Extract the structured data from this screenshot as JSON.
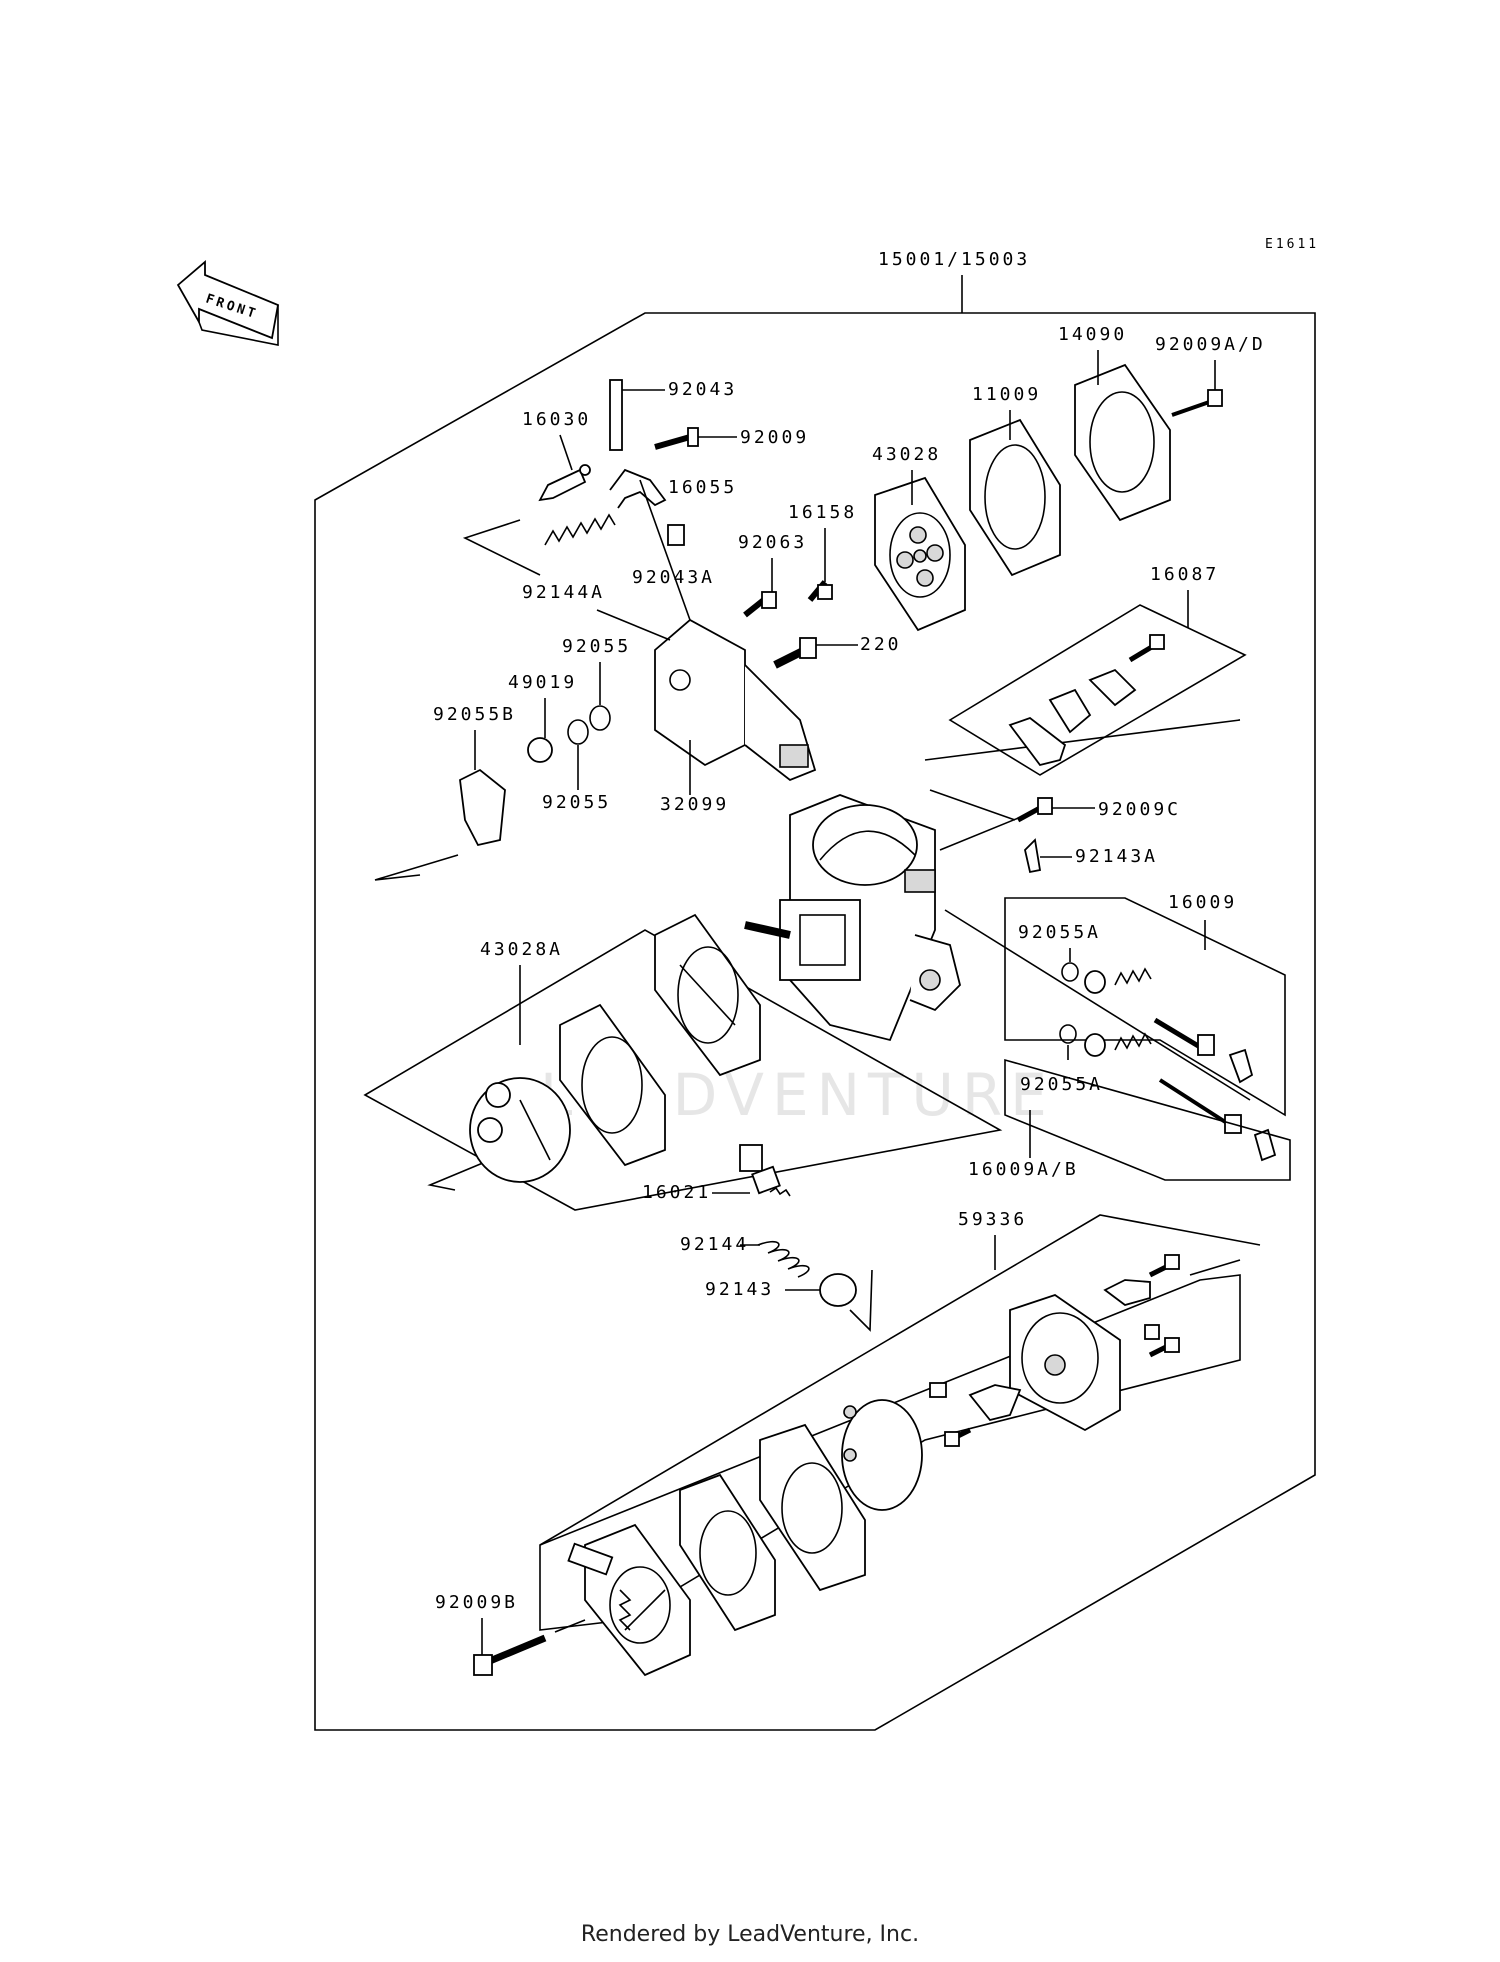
{
  "diagram_code": "E1611",
  "assembly_label": "15001/15003",
  "front_label": "FRONT",
  "watermark": "LEADVENTURE",
  "footer": "Rendered by LeadVenture, Inc.",
  "parts": {
    "p14090": "14090",
    "p92009AD": "92009A/D",
    "p11009": "11009",
    "p43028": "43028",
    "p92043": "92043",
    "p92009": "92009",
    "p16030": "16030",
    "p16055": "16055",
    "p16158": "16158",
    "p92063": "92063",
    "p92144A": "92144A",
    "p92043A": "92043A",
    "p16087": "16087",
    "p220": "220",
    "p92055a": "92055",
    "p49019": "49019",
    "p92055B": "92055B",
    "p92055b": "92055",
    "p32099": "32099",
    "p92009C": "92009C",
    "p92143A": "92143A",
    "p16009": "16009",
    "p43028A": "43028A",
    "p92055A1": "92055A",
    "p92055A2": "92055A",
    "p16009AB": "16009A/B",
    "p16021": "16021",
    "p59336": "59336",
    "p92144": "92144",
    "p92143": "92143",
    "p92009B": "92009B"
  }
}
